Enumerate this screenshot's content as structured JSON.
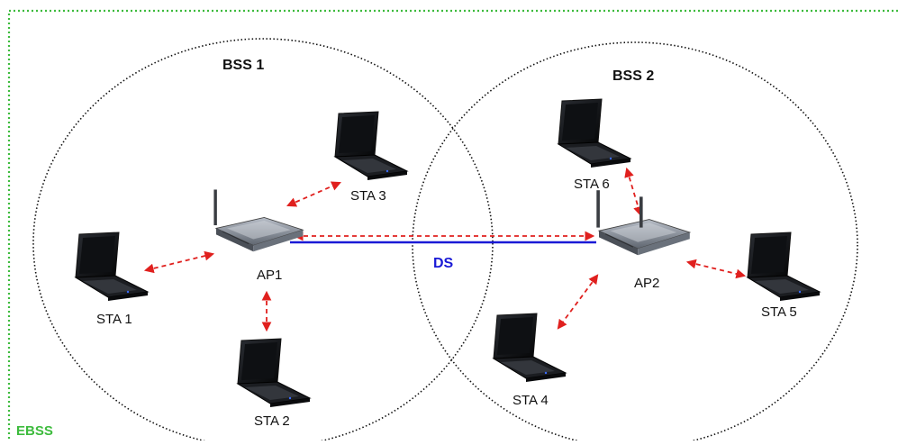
{
  "colors": {
    "ebss_border": "#3dbb3d",
    "link_arrow": "#e0201e",
    "ds_line": "#1a1ad6",
    "bss_circle": "#111111"
  },
  "labels": {
    "bss1": "BSS 1",
    "bss2": "BSS 2",
    "ds": "DS",
    "ebss": "EBSS",
    "ap1": "AP1",
    "ap2": "AP2",
    "sta1": "STA 1",
    "sta2": "STA 2",
    "sta3": "STA 3",
    "sta4": "STA 4",
    "sta5": "STA 5",
    "sta6": "STA 6"
  },
  "icons": {
    "station": "laptop-icon",
    "access_point": "wireless-router-icon"
  }
}
